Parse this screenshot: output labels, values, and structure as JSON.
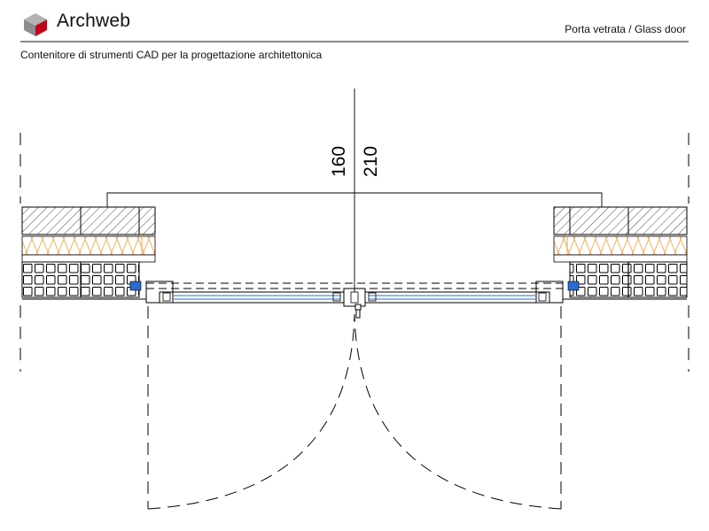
{
  "header": {
    "brand": "Archweb",
    "title": "Porta vetrata  /  Glass door",
    "subtitle": "Contenitore di strumenti CAD per la progettazione architettonica"
  },
  "drawing": {
    "dimension_width": "160",
    "dimension_height": "210"
  },
  "colors": {
    "logo_top": "#b3b3b3",
    "logo_front": "#c2001a",
    "rule": "#8a8a8a",
    "insulation": "#f0a040",
    "glass": "#2a6cd0"
  }
}
